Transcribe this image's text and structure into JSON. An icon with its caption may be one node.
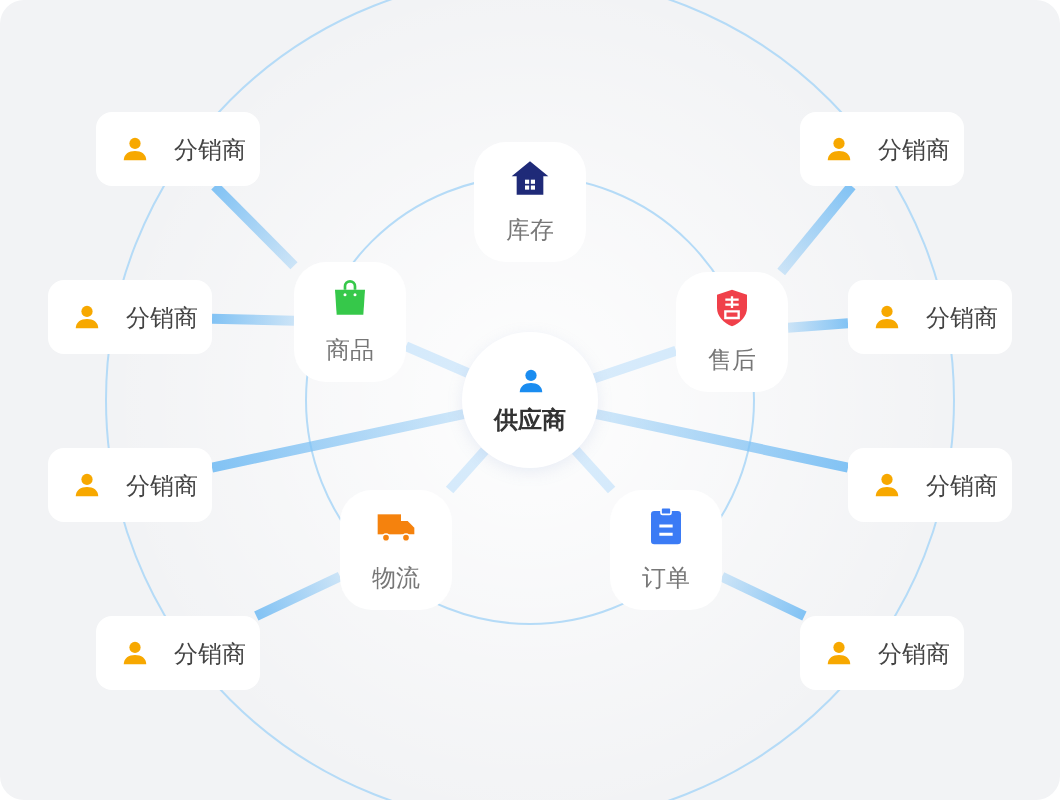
{
  "diagram": {
    "nodes": [
      {
        "text": [
          "供应商"
        ]
      },
      {
        "text": [
          "库存"
        ]
      },
      {
        "text": [
          "商品"
        ]
      },
      {
        "text": [
          "售后"
        ]
      },
      {
        "text": [
          "物流"
        ]
      },
      {
        "text": [
          "订单"
        ]
      },
      {
        "text": [
          "分销商"
        ]
      },
      {
        "text": [
          "分销商"
        ]
      },
      {
        "text": [
          "分销商"
        ]
      },
      {
        "text": [
          "分销商"
        ]
      },
      {
        "text": [
          "分销商"
        ]
      },
      {
        "text": [
          "分销商"
        ]
      },
      {
        "text": [
          "分销商"
        ]
      },
      {
        "text": [
          "分销商"
        ]
      }
    ],
    "edges": [
      {
        "from": 2,
        "to": 6,
        "arrow": "none"
      },
      {
        "from": 2,
        "to": 7,
        "arrow": "none"
      },
      {
        "from": 0,
        "to": 8,
        "arrow": "none"
      },
      {
        "from": 4,
        "to": 9,
        "arrow": "none"
      },
      {
        "from": 3,
        "to": 10,
        "arrow": "none"
      },
      {
        "from": 3,
        "to": 11,
        "arrow": "none"
      },
      {
        "from": 0,
        "to": 12,
        "arrow": "none"
      },
      {
        "from": 5,
        "to": 13,
        "arrow": "none"
      },
      {
        "from": 0,
        "to": 2,
        "arrow": "none",
        "color": "#d3e9fb"
      },
      {
        "from": 0,
        "to": 3,
        "arrow": "none",
        "color": "#d3e9fb"
      },
      {
        "from": 0,
        "to": 4,
        "arrow": "none",
        "color": "#d3e9fb"
      },
      {
        "from": 0,
        "to": 5,
        "arrow": "none",
        "color": "#d3e9fb"
      }
    ]
  }
}
